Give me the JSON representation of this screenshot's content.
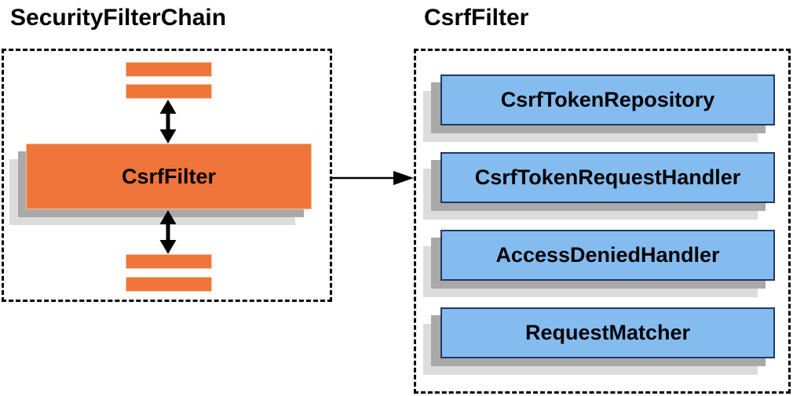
{
  "diagram": {
    "left_panel": {
      "title": "SecurityFilterChain",
      "filter_box_label": "CsrfFilter",
      "placeholder_bar_count": 4
    },
    "right_panel": {
      "title": "CsrfFilter",
      "components": [
        {
          "label": "CsrfTokenRepository"
        },
        {
          "label": "CsrfTokenRequestHandler"
        },
        {
          "label": "AccessDeniedHandler"
        },
        {
          "label": "RequestMatcher"
        }
      ]
    },
    "icons": {
      "vertical_connector": "up-down-arrow-icon",
      "panel_connector": "right-arrow-icon"
    },
    "colors": {
      "filter_orange": "#F0753B",
      "filter_orange_border": "#FBCBA8",
      "component_blue": "#85BCF0",
      "component_blue_border": "#1F3864",
      "shadow_dark": "#A9A9A9",
      "shadow_light": "#DCDCDC",
      "dashed_border": "#000000",
      "text": "#000000"
    }
  }
}
